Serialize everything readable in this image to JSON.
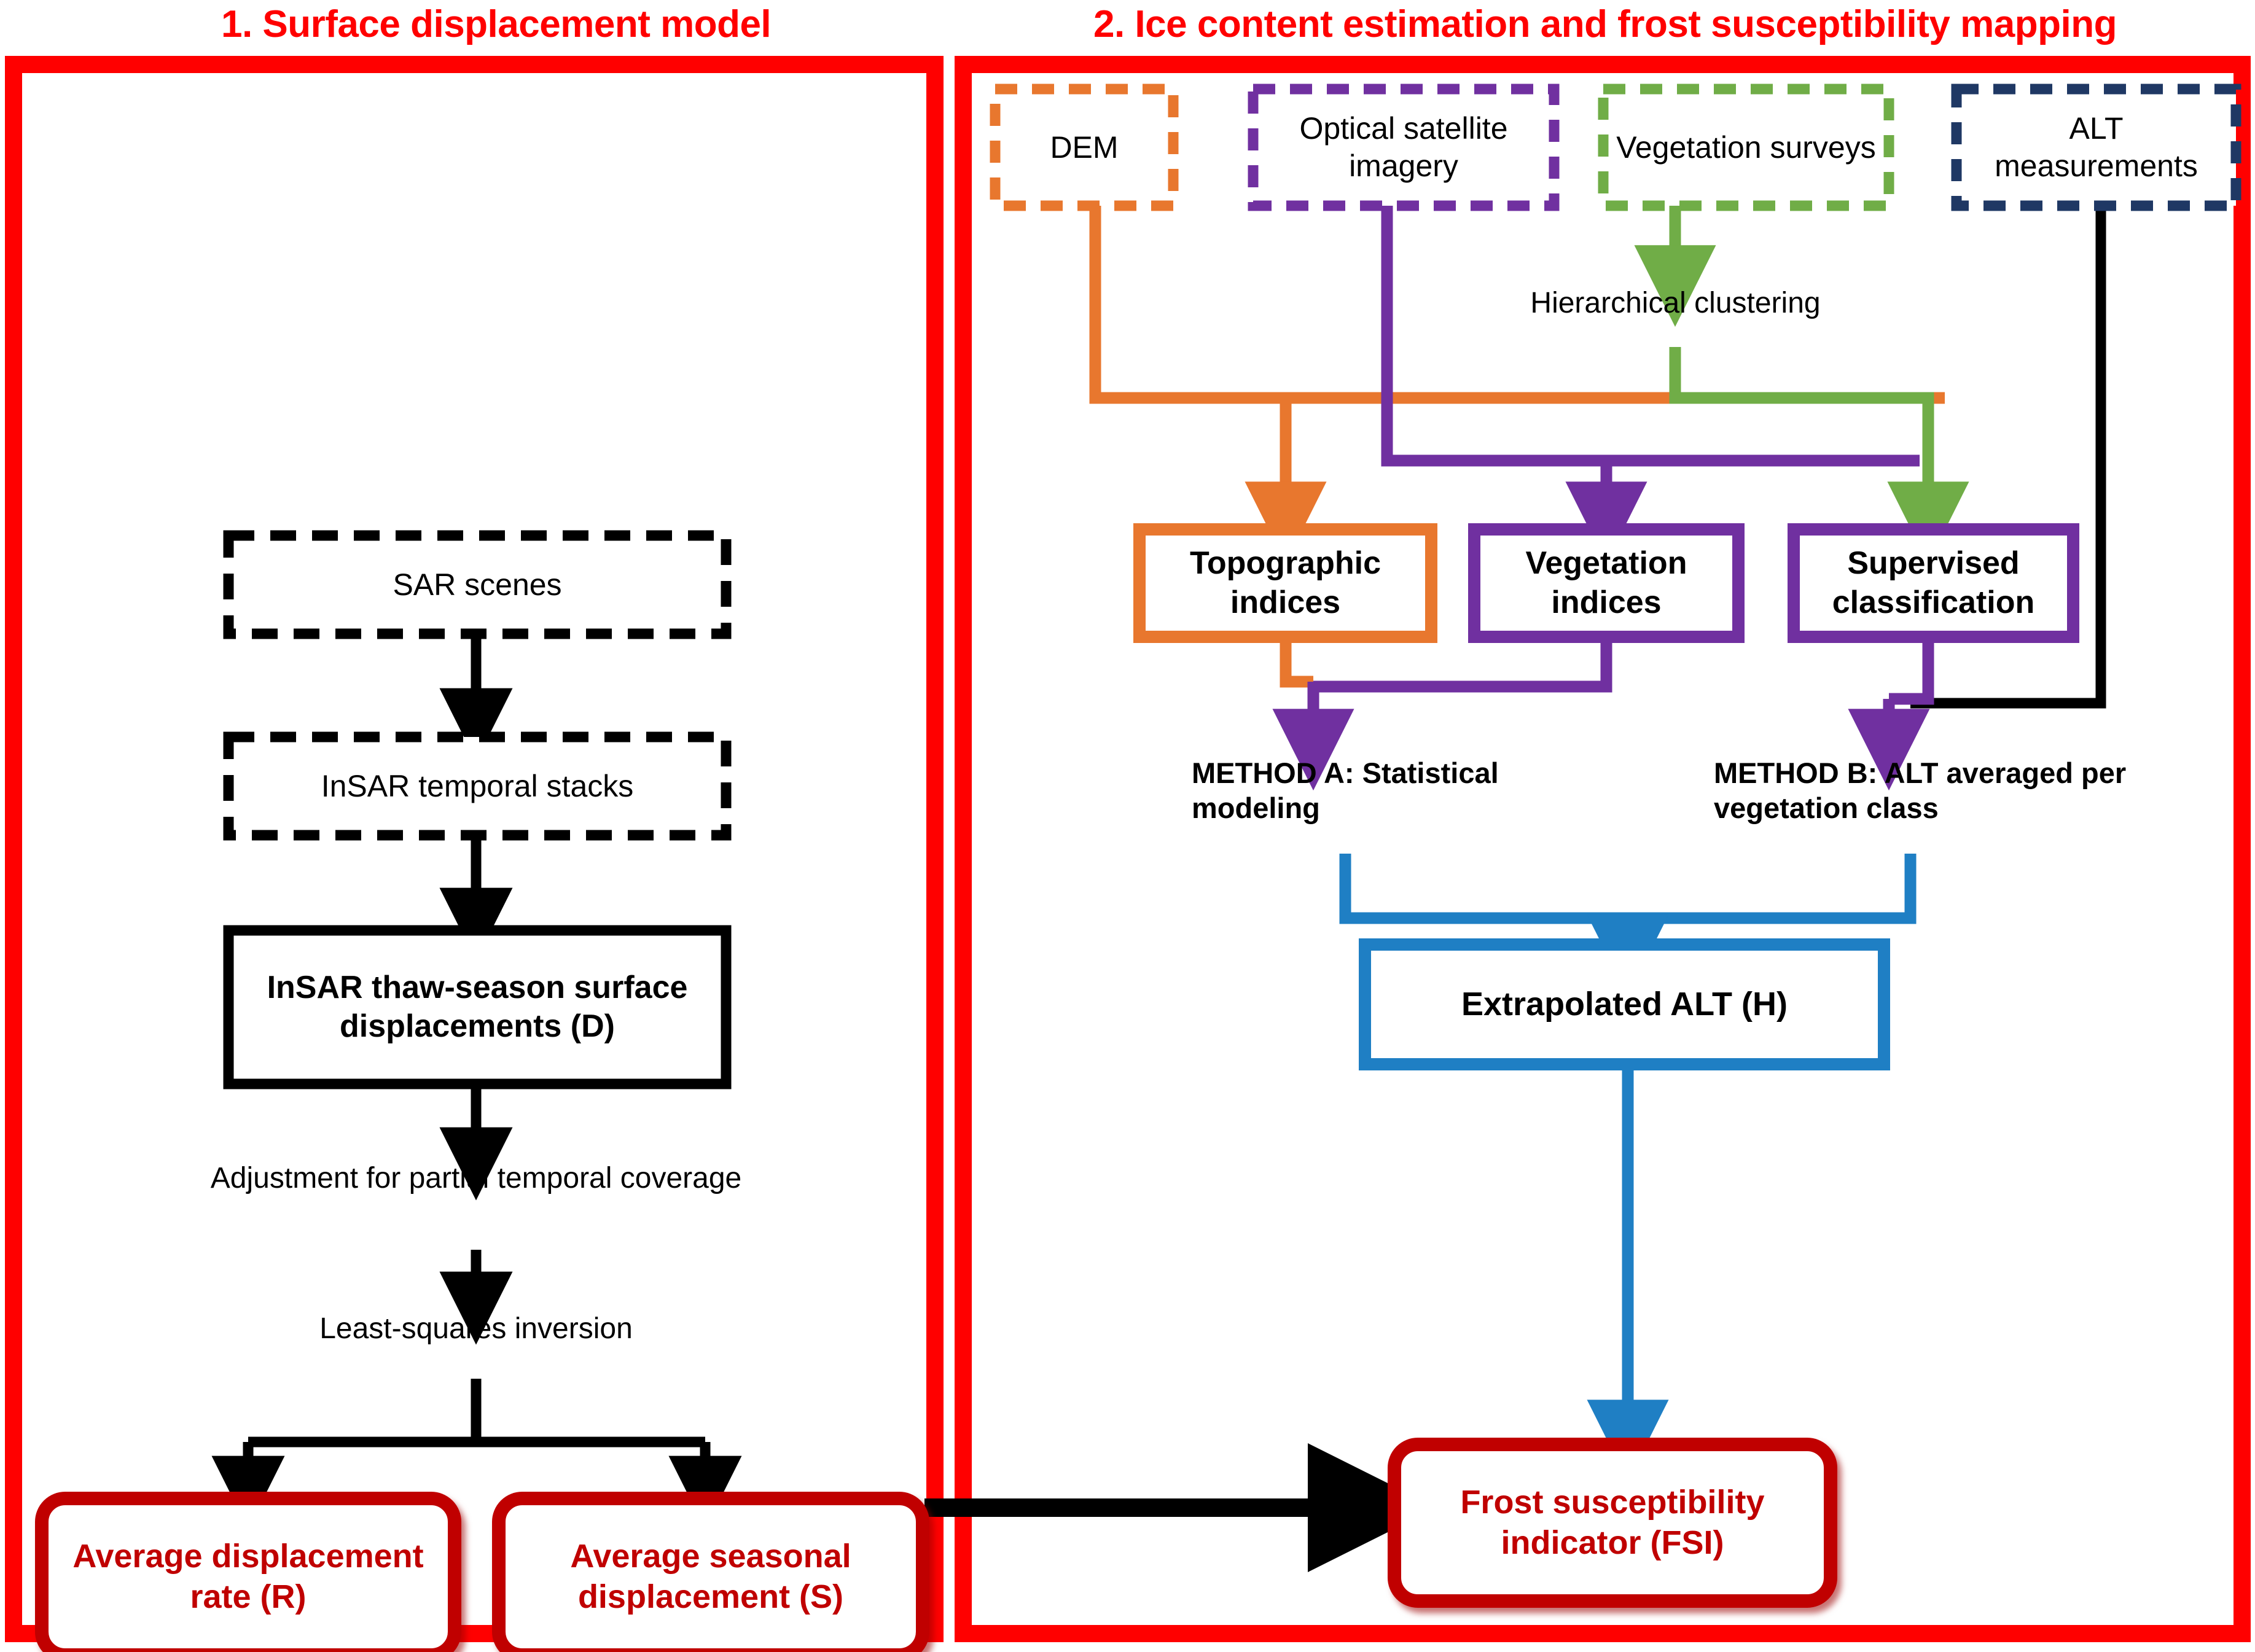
{
  "panels": [
    {
      "id": "panel1",
      "title": "1. Surface displacement model"
    },
    {
      "id": "panel2",
      "title": "2. Ice content estimation and frost susceptibility mapping"
    }
  ],
  "colors": {
    "panel_border": "#FF0000",
    "orange": "#E8772E",
    "purple": "#7030A0",
    "green": "#70AD47",
    "navy": "#1F3864",
    "blue": "#1F7FC4",
    "dark_red": "#C00000",
    "black": "#000000"
  },
  "panel1": {
    "nodes": [
      {
        "key": "sar_scenes",
        "label": "SAR scenes",
        "style": "dashed-black"
      },
      {
        "key": "insar_stacks",
        "label": "InSAR temporal stacks",
        "style": "dashed-black"
      },
      {
        "key": "insar_disp",
        "label": "InSAR thaw-season surface displacements (D)",
        "style": "solid-black-bold"
      },
      {
        "key": "avg_rate",
        "label": "Average displacement rate (R)",
        "style": "rounded-red"
      },
      {
        "key": "avg_seasonal",
        "label": "Average seasonal displacement (S)",
        "style": "rounded-red"
      }
    ],
    "edge_labels": [
      {
        "key": "adjustment",
        "label": "Adjustment for partial temporal coverage"
      },
      {
        "key": "least_squares",
        "label": "Least-squares inversion"
      }
    ]
  },
  "panel2": {
    "inputs": [
      {
        "key": "dem",
        "label": "DEM",
        "color": "orange"
      },
      {
        "key": "optical",
        "label": "Optical satellite imagery",
        "color": "purple"
      },
      {
        "key": "vegsurveys",
        "label": "Vegetation surveys",
        "color": "green"
      },
      {
        "key": "alt",
        "label": "ALT measurements",
        "color": "navy"
      }
    ],
    "edge_labels": [
      {
        "key": "clustering",
        "label": "Hierarchical clustering"
      }
    ],
    "processes": [
      {
        "key": "topo_indices",
        "label": "Topographic indices",
        "color": "orange"
      },
      {
        "key": "veg_indices",
        "label": "Vegetation indices",
        "color": "purple"
      },
      {
        "key": "supervised",
        "label": "Supervised classification",
        "color": "purple"
      }
    ],
    "methods": [
      {
        "key": "method_a",
        "label": "METHOD A: Statistical modeling"
      },
      {
        "key": "method_b",
        "label": "METHOD B:  ALT averaged per vegetation class"
      }
    ],
    "outputs": [
      {
        "key": "extrap_alt",
        "label": "Extrapolated ALT (H)",
        "style": "solid-blue"
      },
      {
        "key": "fsi",
        "label": "Frost susceptibility indicator (FSI)",
        "style": "rounded-red"
      }
    ]
  }
}
